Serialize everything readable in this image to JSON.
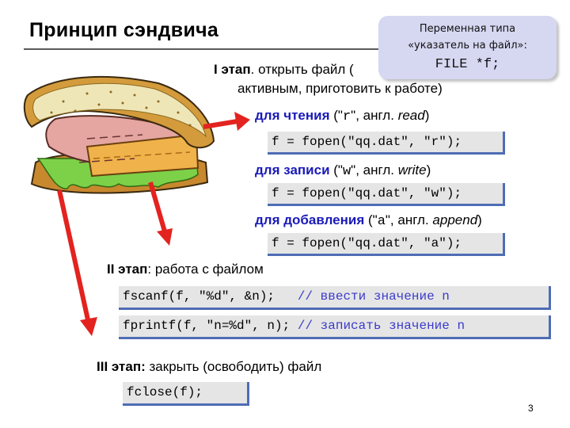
{
  "title": "Принцип сэндвича",
  "callout": {
    "line1": "Переменная типа",
    "line2": "«указатель на файл»:",
    "line3": "FILE *f;"
  },
  "stage1": {
    "label": "I этап",
    "text_a": ". открыть файл (",
    "text_b": "активным, приготовить к работе)"
  },
  "modes": [
    {
      "label": "для чтения",
      "open": " (\"",
      "code": "r",
      "mid": "\", англ. ",
      "word": "read",
      "close": ")",
      "line": "f = fopen(\"qq.dat\", \"r\");"
    },
    {
      "label": "для записи",
      "open": " (\"",
      "code": "w",
      "mid": "\", англ. ",
      "word": "write",
      "close": ")",
      "line": "f = fopen(\"qq.dat\", \"w\");"
    },
    {
      "label": "для добавления",
      "open": " (\"",
      "code": "a",
      "mid": "\", англ. ",
      "word": "append",
      "close": ")",
      "line": "f = fopen(\"qq.dat\", \"a\");"
    }
  ],
  "stage2": {
    "label": "II этап",
    "text": ": работа с файлом"
  },
  "code_scanf": "fscanf(f, \"%d\", &n);",
  "comment_scanf": "// ввести значение n",
  "code_printf": "fprintf(f, \"n=%d\", n);",
  "comment_printf": "// записать значение n",
  "stage3": {
    "label": "III этап:",
    "text": " закрыть (освободить) файл"
  },
  "code_close": "fclose(f);",
  "page_number": "3",
  "colors": {
    "keyword_blue": "#1a1ab8",
    "arrow_red": "#e3231f",
    "code_bg": "#e5e5e5",
    "code_border": "#4f6db5",
    "callout_bg": "#d6d7f1"
  }
}
